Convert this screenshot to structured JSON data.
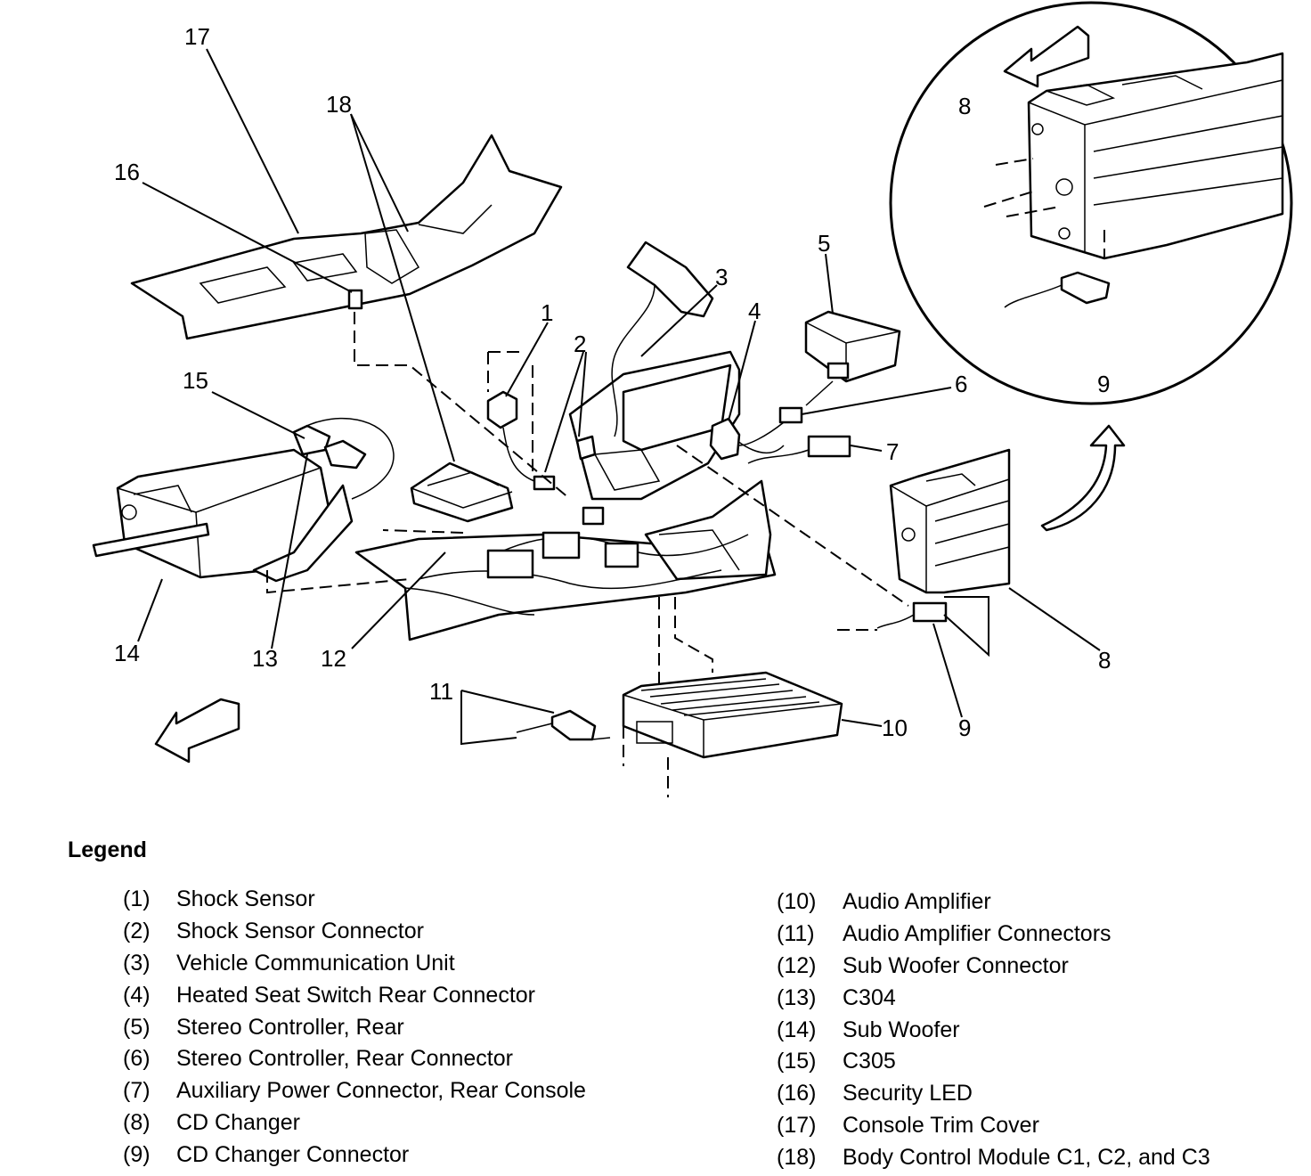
{
  "callouts": [
    "1",
    "2",
    "3",
    "4",
    "5",
    "6",
    "7",
    "8",
    "8",
    "9",
    "9",
    "10",
    "11",
    "12",
    "13",
    "14",
    "15",
    "16",
    "17",
    "18"
  ],
  "legend": {
    "title": "Legend",
    "items": [
      {
        "num": "(1)",
        "label": "Shock Sensor"
      },
      {
        "num": "(2)",
        "label": "Shock Sensor Connector"
      },
      {
        "num": "(3)",
        "label": "Vehicle Communication Unit"
      },
      {
        "num": "(4)",
        "label": "Heated Seat Switch Rear Connector"
      },
      {
        "num": "(5)",
        "label": "Stereo Controller, Rear"
      },
      {
        "num": "(6)",
        "label": "Stereo Controller, Rear Connector"
      },
      {
        "num": "(7)",
        "label": "Auxiliary Power Connector, Rear Console"
      },
      {
        "num": "(8)",
        "label": "CD Changer"
      },
      {
        "num": "(9)",
        "label": "CD Changer Connector"
      },
      {
        "num": "(10)",
        "label": "Audio Amplifier"
      },
      {
        "num": "(11)",
        "label": "Audio Amplifier Connectors"
      },
      {
        "num": "(12)",
        "label": "Sub Woofer Connector"
      },
      {
        "num": "(13)",
        "label": "C304"
      },
      {
        "num": "(14)",
        "label": "Sub Woofer"
      },
      {
        "num": "(15)",
        "label": "C305"
      },
      {
        "num": "(16)",
        "label": "Security LED"
      },
      {
        "num": "(17)",
        "label": "Console Trim Cover"
      },
      {
        "num": "(18)",
        "label": "Body Control Module C1, C2, and C3"
      }
    ]
  }
}
